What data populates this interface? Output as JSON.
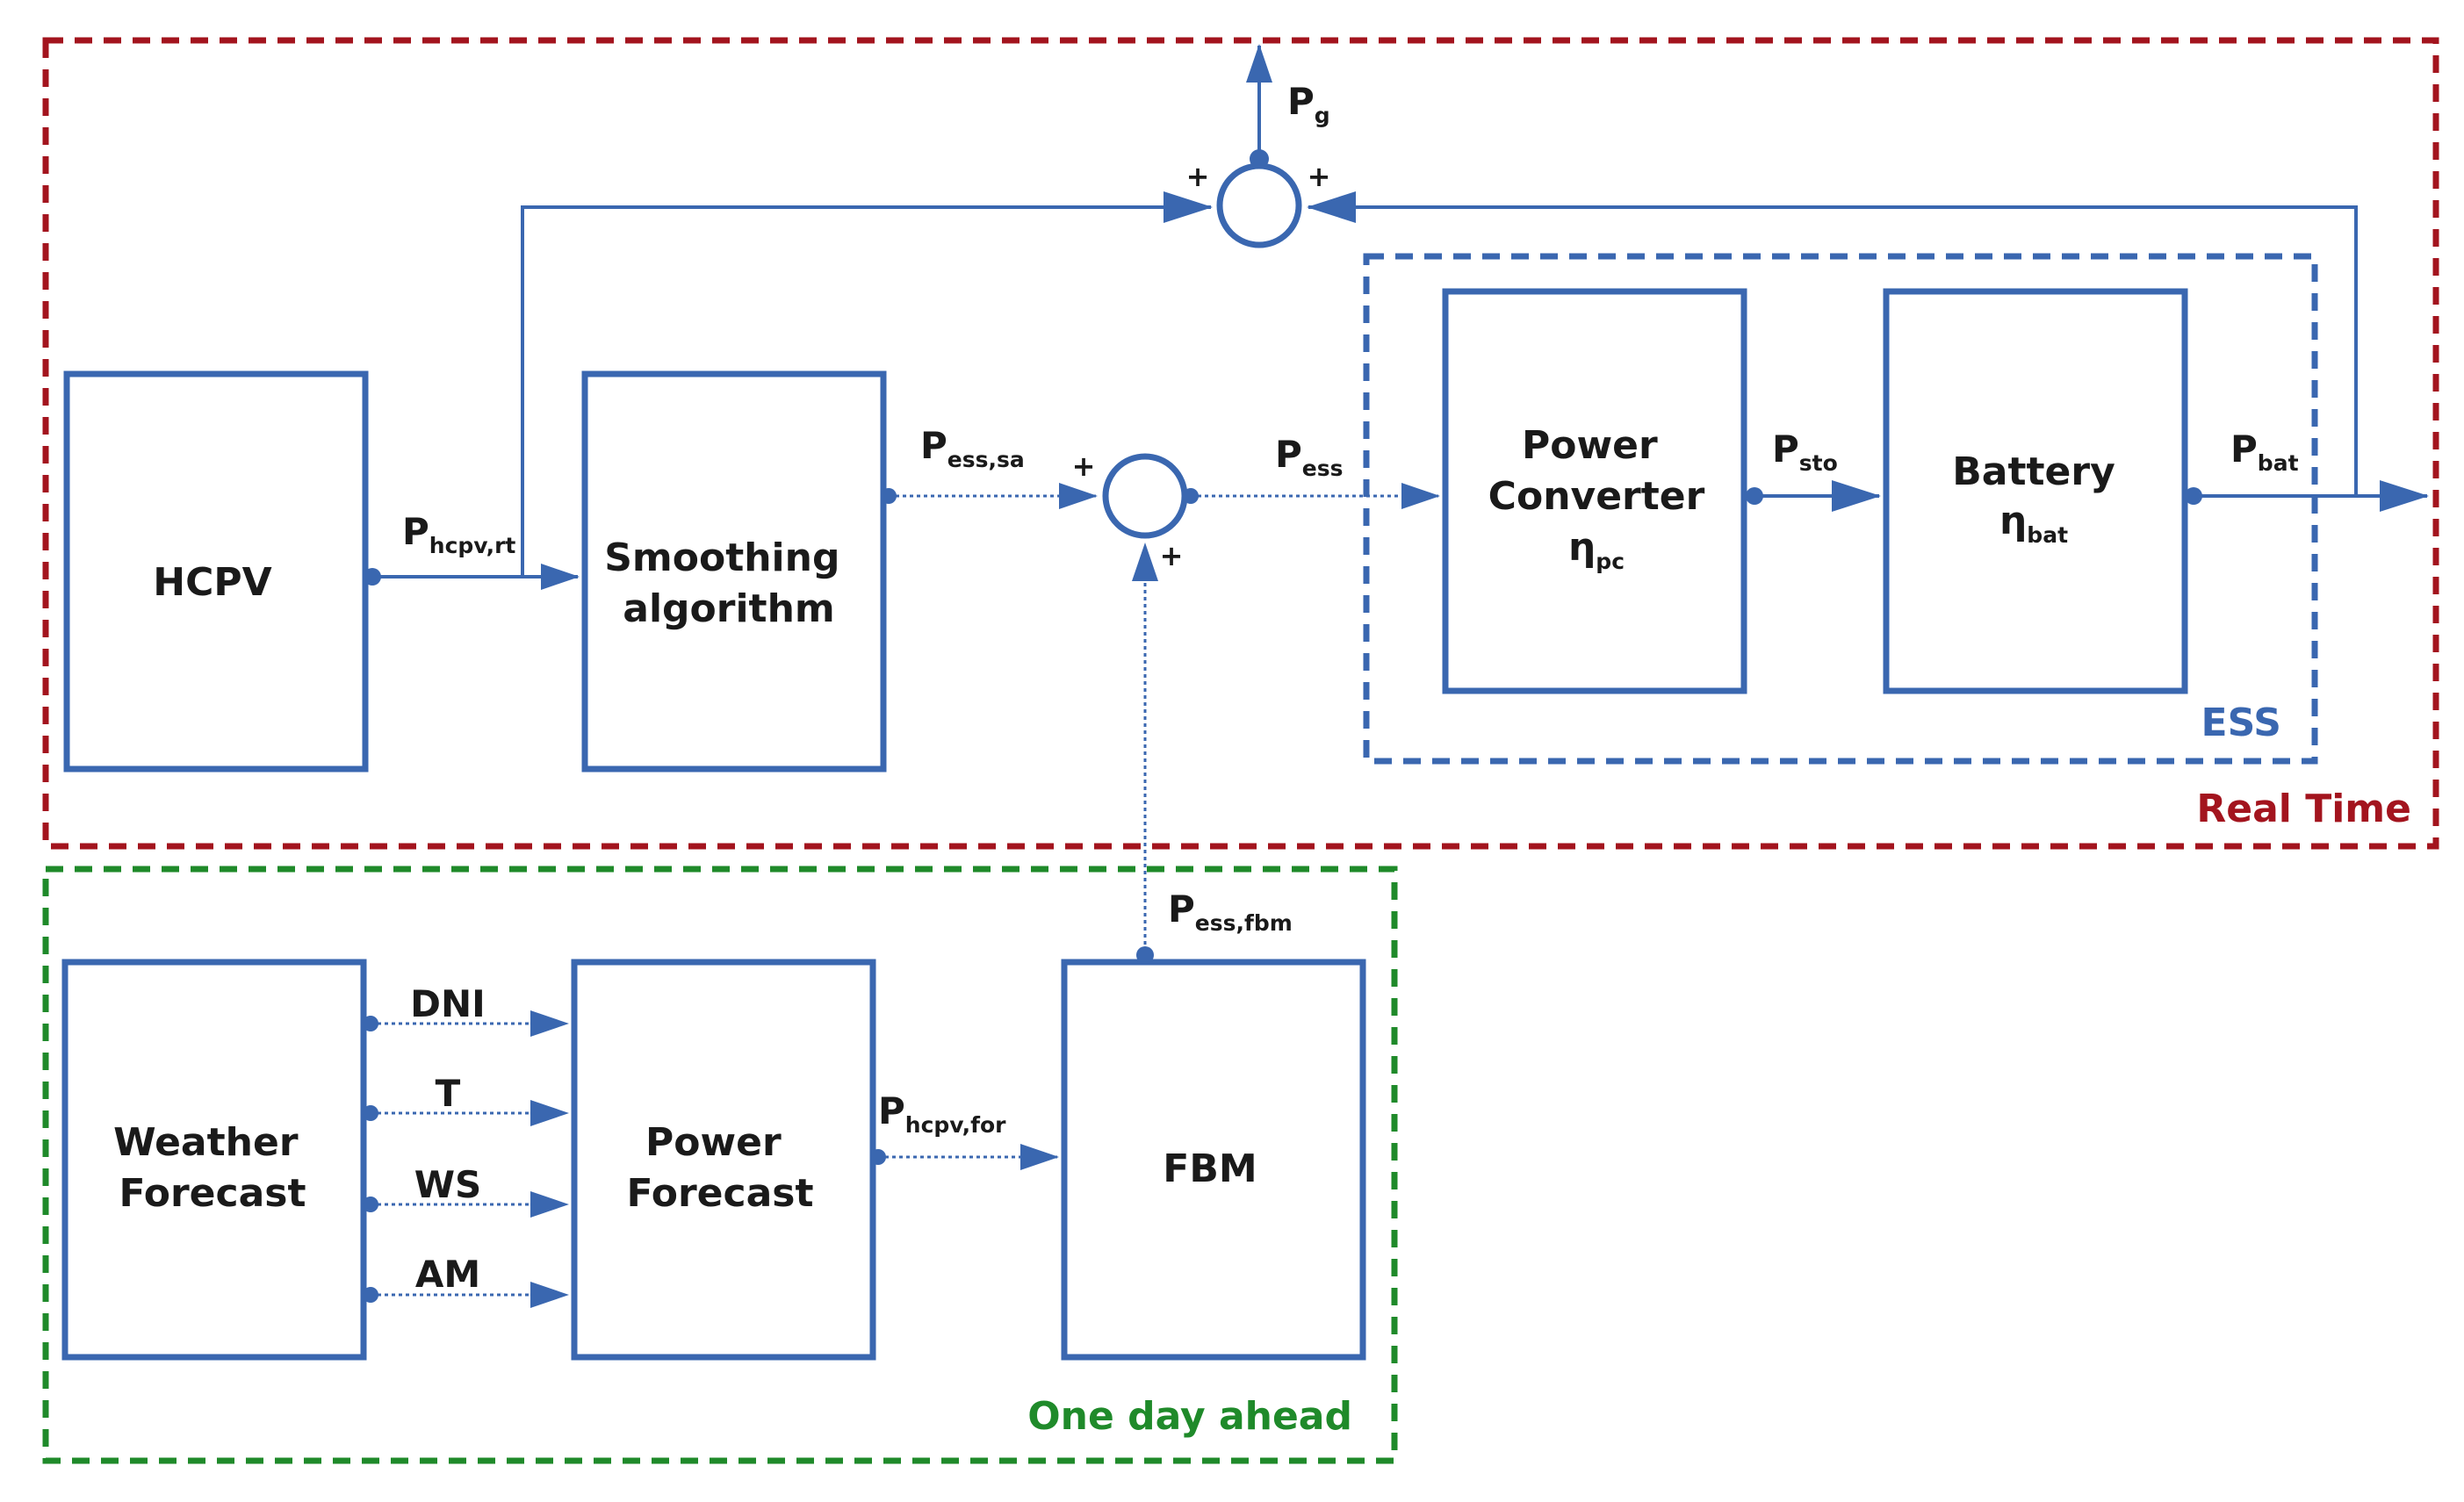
{
  "regions": {
    "real_time": "Real Time",
    "one_day_ahead": "One day ahead",
    "ess": "ESS"
  },
  "blocks": {
    "hcpv": "HCPV",
    "smoothing": [
      "Smoothing",
      "algorithm"
    ],
    "converter": [
      "Power",
      "Converter",
      "η",
      "pc"
    ],
    "battery": [
      "Battery",
      "η",
      "bat"
    ],
    "weather": [
      "Weather",
      "Forecast"
    ],
    "power_forecast": [
      "Power",
      "Forecast"
    ],
    "fbm": "FBM"
  },
  "signals": {
    "p_hcpv_rt": [
      "P",
      "hcpv,rt"
    ],
    "p_ess_sa": [
      "P",
      "ess,sa"
    ],
    "p_ess": [
      "P",
      "ess"
    ],
    "p_sto": [
      "P",
      "sto"
    ],
    "p_bat": [
      "P",
      "bat"
    ],
    "p_g": [
      "P",
      "g"
    ],
    "p_ess_fbm": [
      "P",
      "ess,fbm"
    ],
    "p_hcpv_for": [
      "P",
      "hcpv,for"
    ],
    "weather_outputs": [
      "DNI",
      "T",
      "WS",
      "AM"
    ]
  },
  "signs": {
    "plus": "+"
  },
  "colors": {
    "block_stroke": "#3a67b0",
    "real_time": "#a3141e",
    "one_day_ahead": "#1f8a2a",
    "ess": "#3a67b0",
    "text": "#1a1a1a"
  }
}
